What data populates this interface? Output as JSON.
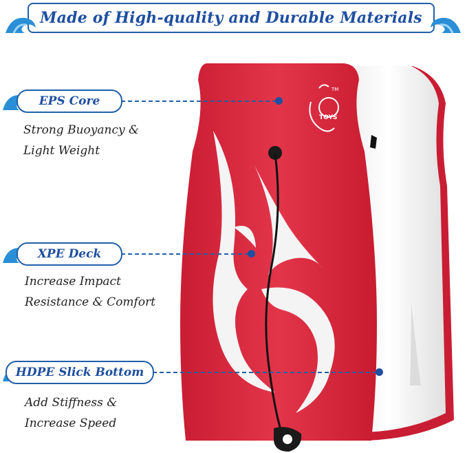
{
  "header": {
    "title": "Made of High-quality and Durable Materials"
  },
  "features": [
    {
      "label": "EPS Core",
      "lines": [
        "Strong Buoyancy &",
        "Light Weight"
      ]
    },
    {
      "label": "XPE Deck",
      "lines": [
        "Increase Impact",
        "Resistance & Comfort"
      ]
    },
    {
      "label": "HDPE Slick Bottom",
      "lines": [
        "Add Stiffness &",
        "Increase Speed"
      ]
    }
  ],
  "brand": {
    "logo_text": "TOYS",
    "trademark": "TM"
  },
  "colors": {
    "accent_blue": "#1f4fa0",
    "board_red": "#d8263a",
    "board_white": "#f7f7f7"
  }
}
